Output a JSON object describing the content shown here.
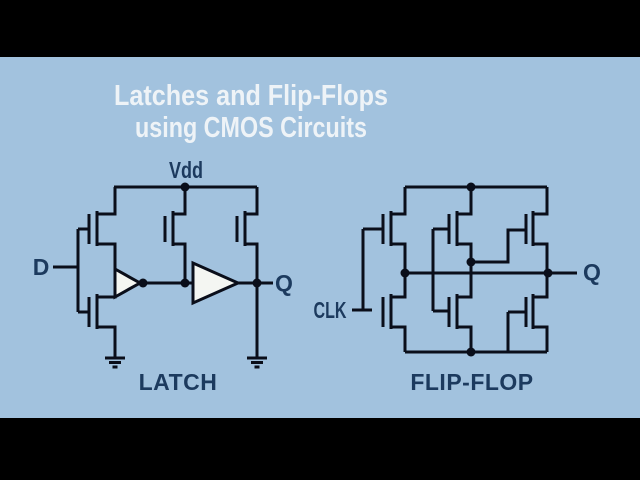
{
  "colors": {
    "letterbox": "#000000",
    "background": "#a2c2de",
    "line": "#0a0e1a",
    "label": "#1c3a5e",
    "title": "#eef3f7",
    "triangle-fill": "#f4f6f2"
  },
  "title": {
    "line1": "Latches and Flip-Flops",
    "line2": "using CMOS Circuits"
  },
  "latch": {
    "caption": "LATCH",
    "vdd_label": "Vdd",
    "input_label": "D",
    "output_label": "Q"
  },
  "flipflop": {
    "caption": "FLIP-FLOP",
    "clock_label": "CLK",
    "output_label": "Q"
  }
}
